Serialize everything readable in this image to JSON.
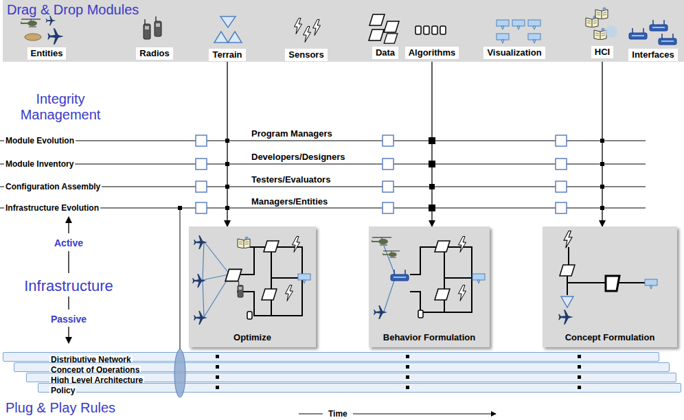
{
  "diagram": {
    "nodes": [
      {
        "text": [
          "Drag & Drop Modules"
        ]
      },
      {
        "text": [
          "Entities"
        ],
        "in": 0
      },
      {
        "text": [
          "Radios"
        ],
        "in": 0
      },
      {
        "text": [
          "Terrain"
        ],
        "in": 0
      },
      {
        "text": [
          "Sensors"
        ],
        "in": 0
      },
      {
        "text": [
          "Data"
        ],
        "in": 0
      },
      {
        "text": [
          "Algorithms"
        ],
        "in": 0
      },
      {
        "text": [
          "Visualization"
        ],
        "in": 0
      },
      {
        "text": [
          "HCI"
        ],
        "in": 0
      },
      {
        "text": [
          "Interfaces"
        ],
        "in": 0
      },
      {
        "text": [
          "Optimize"
        ]
      },
      {
        "text": [
          "Behavior Formulation"
        ]
      },
      {
        "text": [
          "Concept Formulation"
        ]
      },
      {
        "text": [
          "Distributive Network"
        ]
      },
      {
        "text": [
          "Concept of Operations"
        ]
      },
      {
        "text": [
          "High Level Architecture"
        ]
      },
      {
        "text": [
          "Policy"
        ]
      }
    ],
    "edges": [
      {
        "from": 3,
        "to": 10,
        "arrow": "to"
      },
      {
        "from": 6,
        "to": 11,
        "arrow": "to"
      },
      {
        "from": 8,
        "to": 12,
        "arrow": "to"
      }
    ],
    "labels": [
      "Integrity Management",
      "Module Evolution",
      "Module Inventory",
      "Configuration Assembly",
      "Infrastructure Evolution",
      "Program Managers",
      "Developers/Designers",
      "Testers/Evaluators",
      "Managers/Entities",
      "Active",
      "Infrastructure",
      "Passive",
      "Plug & Play Rules",
      "Time"
    ]
  }
}
